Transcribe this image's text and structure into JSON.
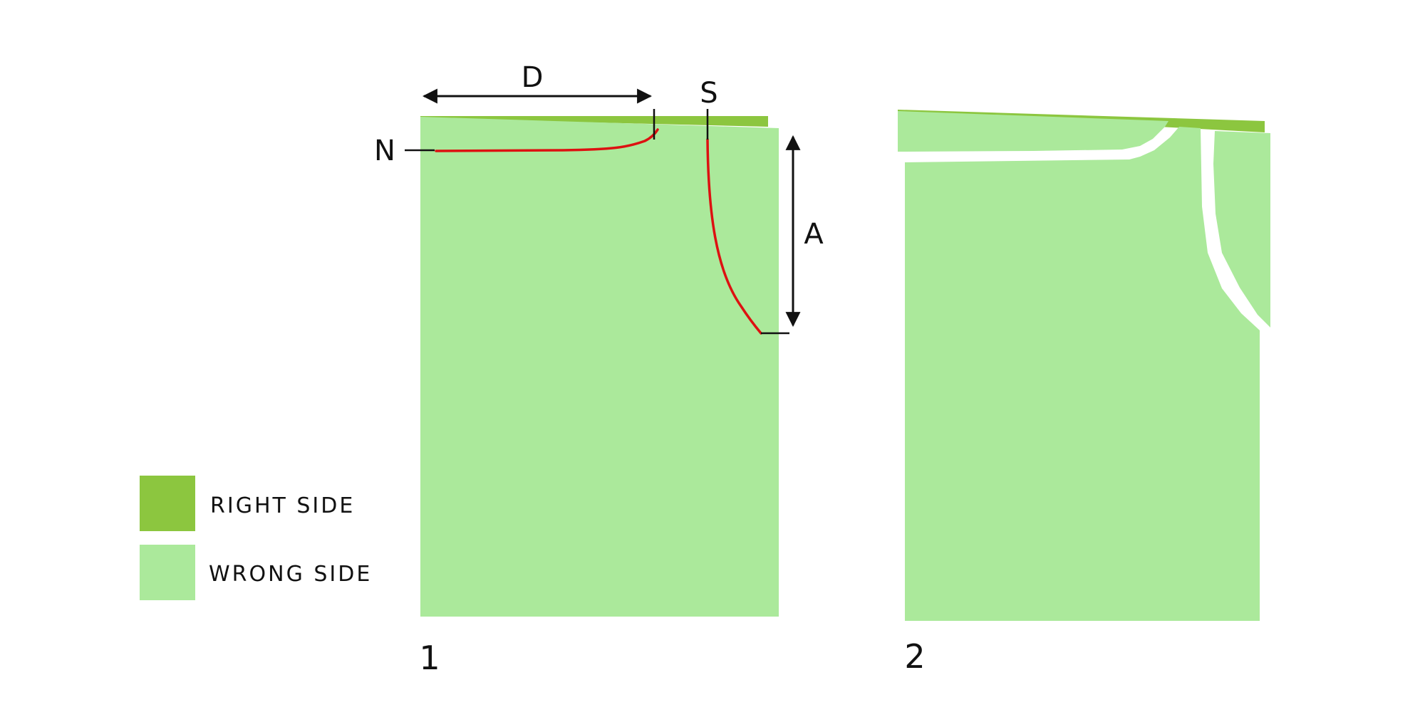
{
  "colors": {
    "right_side": "#8cc63f",
    "wrong_side": "#abe99b",
    "cut_line": "#dd1111",
    "ink": "#111111",
    "background": "#ffffff"
  },
  "labels": {
    "neck": "N",
    "depth": "D",
    "shoulder": "S",
    "armhole": "A"
  },
  "steps": {
    "step1": "1",
    "step2": "2"
  },
  "legend": {
    "right_side": {
      "label": "RIGHT SIDE",
      "color": "#8cc63f"
    },
    "wrong_side": {
      "label": "WRONG SIDE",
      "color": "#abe99b"
    }
  }
}
